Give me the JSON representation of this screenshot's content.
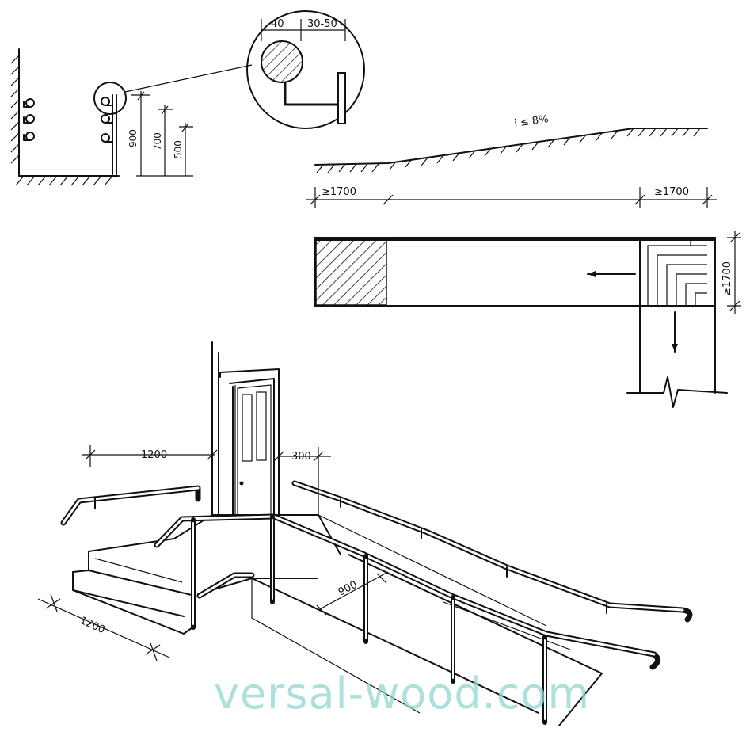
{
  "labels": {
    "detail_dim_left": "40",
    "detail_dim_right": "30-50",
    "height_900": "900",
    "height_700": "700",
    "height_500": "500",
    "slope": "i ≤ 8%",
    "landing_left": "≥1700",
    "landing_right": "≥1700",
    "plan_side": "≥1700",
    "dim_1200_top": "1200",
    "dim_300": "300",
    "dim_900": "900",
    "dim_1200_bottom": "1200"
  },
  "watermark": "versal-wood.com",
  "colors": {
    "line": "#111111",
    "watermark": "#8fd6cf"
  }
}
